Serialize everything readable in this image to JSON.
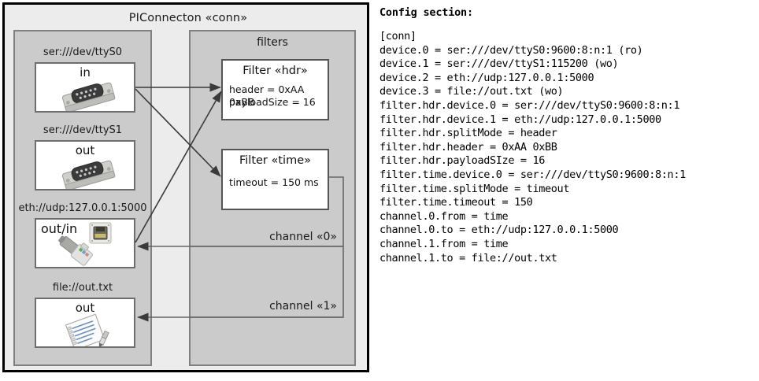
{
  "diagram": {
    "title": "PIConnecton «conn»",
    "panels": {
      "left": {
        "name": "devices-panel",
        "title": ""
      },
      "right": {
        "name": "filters-panel",
        "title": "filters"
      }
    },
    "devices": [
      {
        "caption": "ser:///dev/ttyS0",
        "label": "in",
        "icon": "serial-port-icon",
        "name": "device-serial-ttys0"
      },
      {
        "caption": "ser:///dev/ttyS1",
        "label": "out",
        "icon": "serial-port-icon",
        "name": "device-serial-ttys1"
      },
      {
        "caption": "eth://udp:127.0.0.1:5000",
        "label": "out/in",
        "icon": "network-jack-icon",
        "name": "device-eth-udp"
      },
      {
        "caption": "file://out.txt",
        "label": "out",
        "icon": "text-file-icon",
        "name": "device-file-out"
      }
    ],
    "filters": [
      {
        "title": "Filter «hdr»",
        "props": [
          "header = 0xAA 0xBB",
          "payloadSize = 16"
        ],
        "name": "filter-hdr"
      },
      {
        "title": "Filter «time»",
        "props": [
          "timeout = 150 ms"
        ],
        "name": "filter-time"
      }
    ],
    "channels": [
      {
        "label": "channel «0»",
        "name": "channel-0"
      },
      {
        "label": "channel «1»",
        "name": "channel-1"
      }
    ]
  },
  "config": {
    "heading": "Config section:",
    "text": "[conn]\ndevice.0 = ser:///dev/ttyS0:9600:8:n:1 (ro)\ndevice.1 = ser:///dev/ttyS1:115200 (wo)\ndevice.2 = eth://udp:127.0.0.1:5000\ndevice.3 = file://out.txt (wo)\nfilter.hdr.device.0 = ser:///dev/ttyS0:9600:8:n:1\nfilter.hdr.device.1 = eth://udp:127.0.0.1:5000\nfilter.hdr.splitMode = header\nfilter.hdr.header = 0xAA 0xBB\nfilter.hdr.payloadSIze = 16\nfilter.time.device.0 = ser:///dev/ttyS0:9600:8:n:1\nfilter.time.splitMode = timeout\nfilter.time.timeout = 150\nchannel.0.from = time\nchannel.0.to = eth://udp:127.0.0.1:5000\nchannel.1.from = time\nchannel.1.to = file://out.txt"
  },
  "colors": {
    "frame_border": "#000000",
    "frame_fill": "#ececec",
    "panel_fill": "#cbcbcb",
    "panel_border": "#808080",
    "box_fill": "#ffffff",
    "box_border": "#6e6e6e",
    "connector": "#3a3a3a"
  }
}
